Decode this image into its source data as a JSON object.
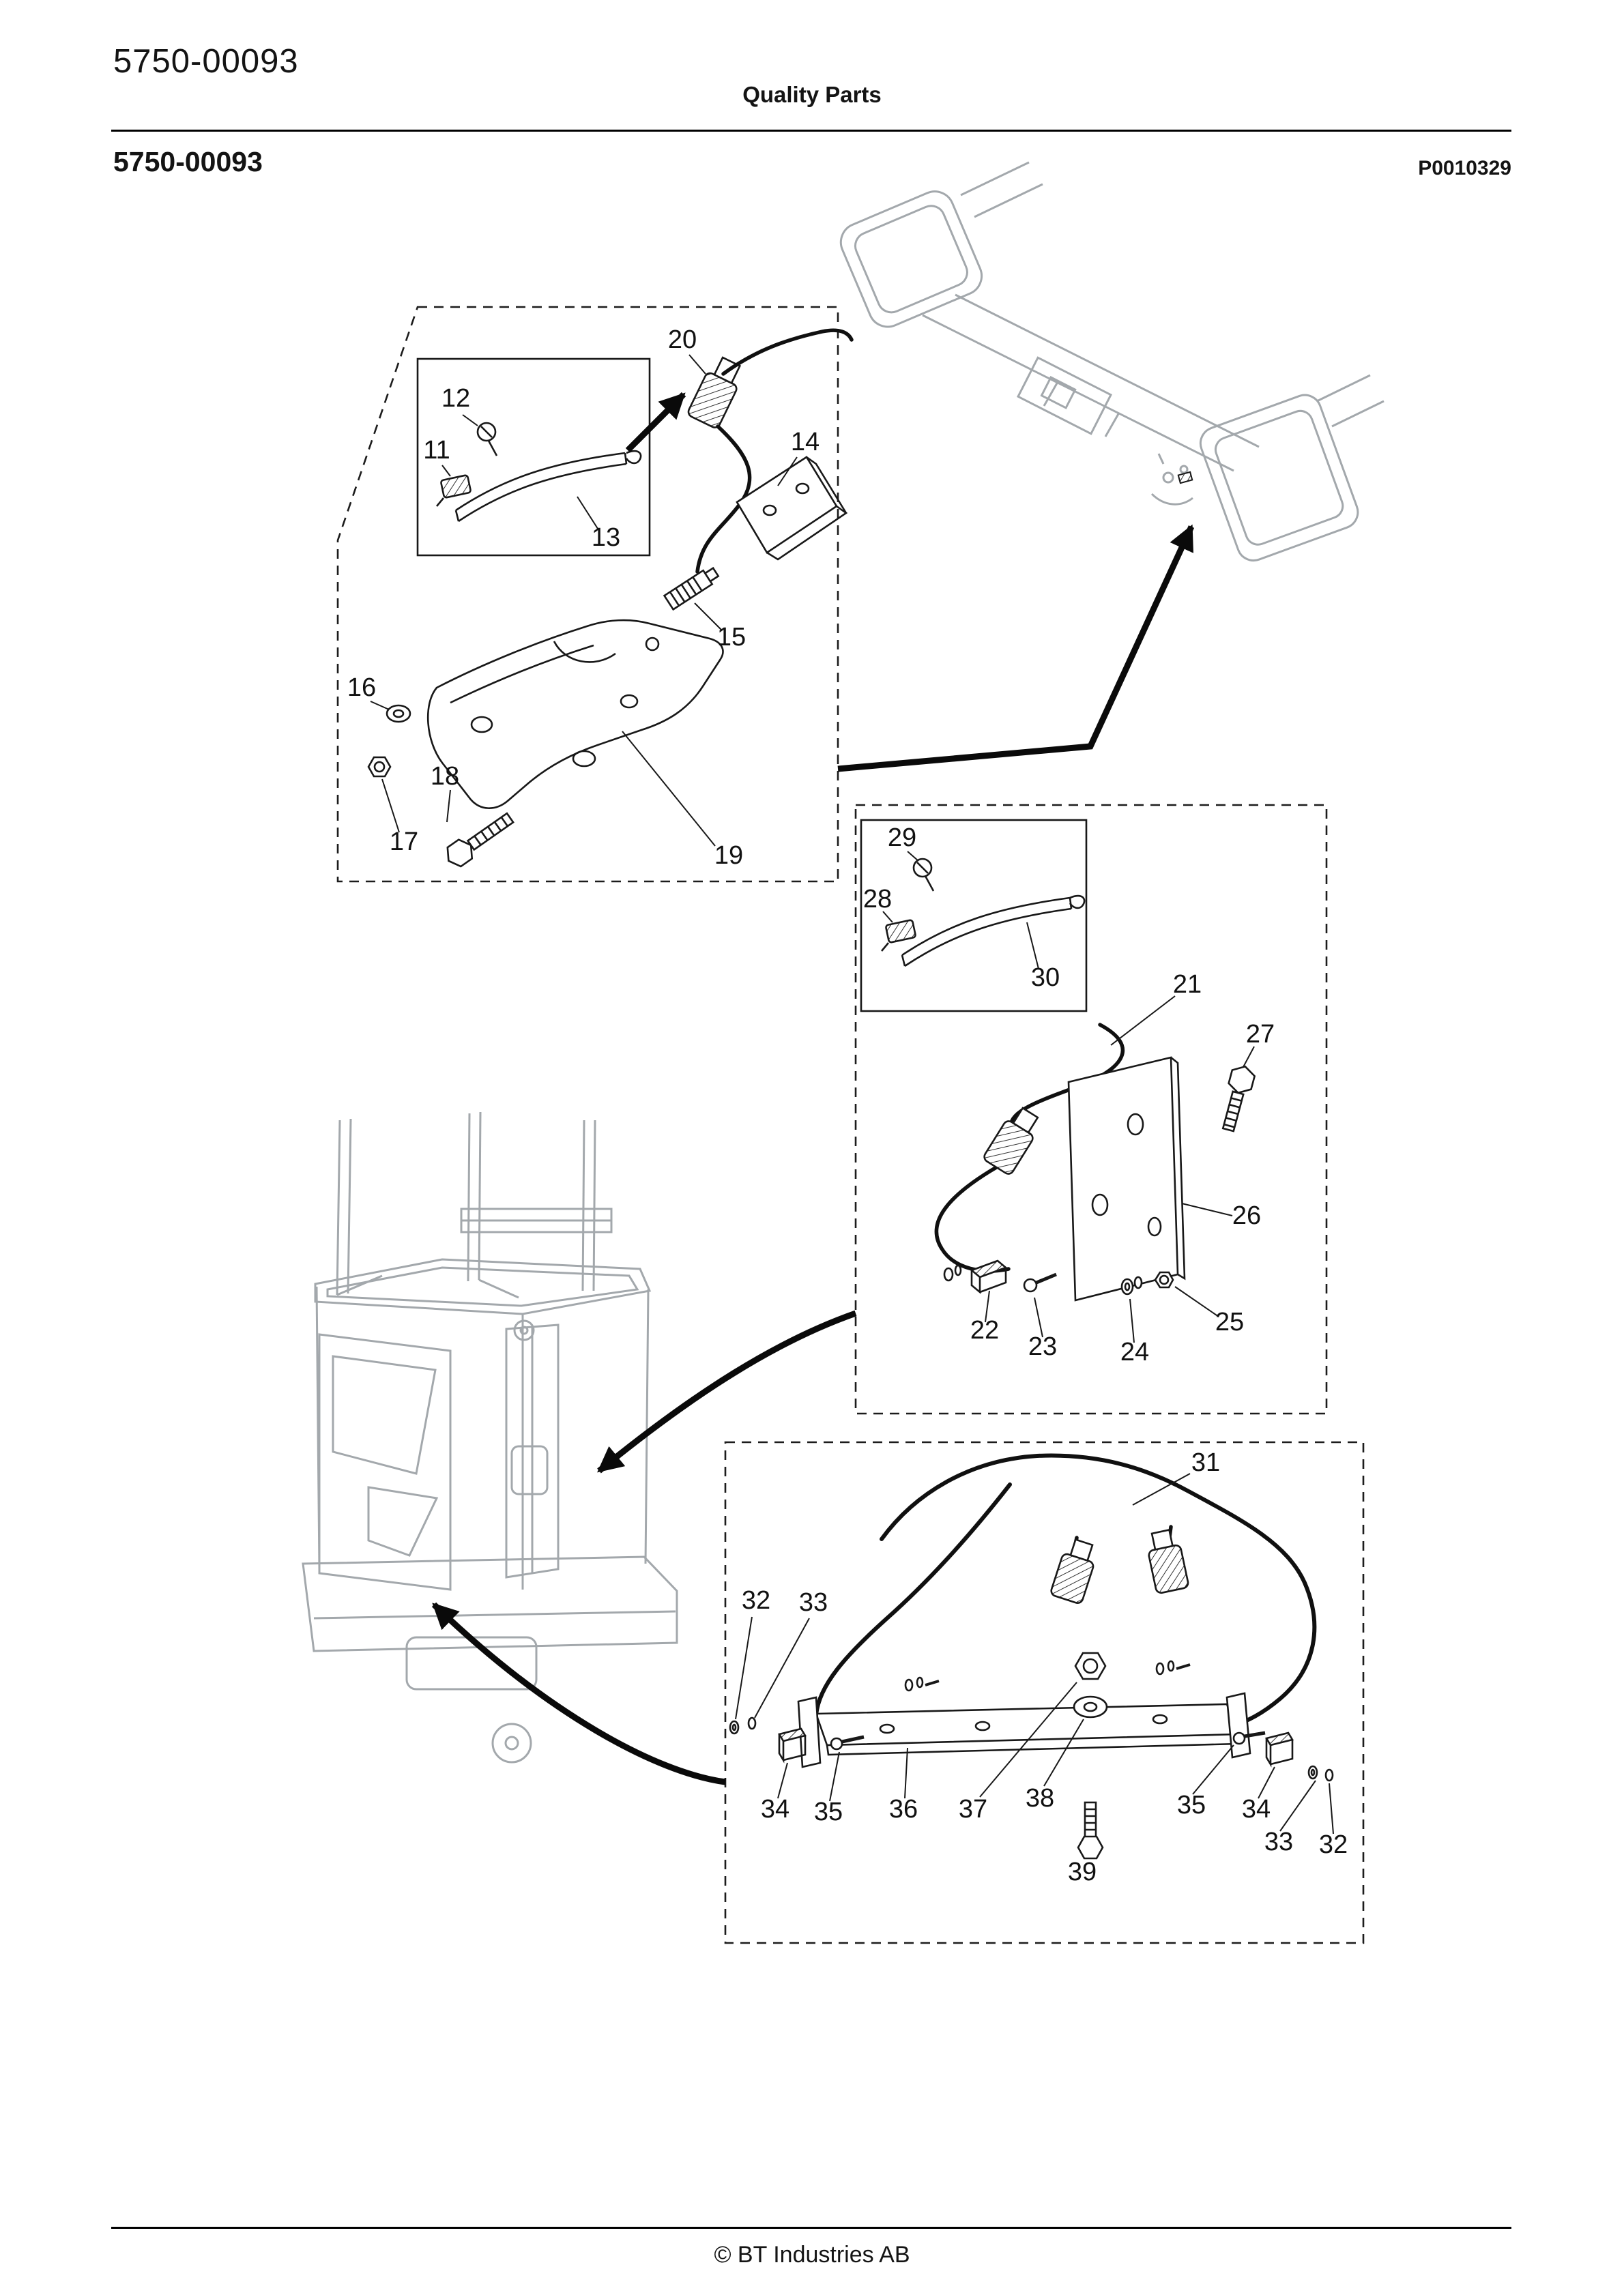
{
  "page": {
    "header": {
      "doc_number": "5750-00093",
      "brand_tagline": "Quality Parts"
    },
    "title_row": {
      "title": "5750-00093",
      "plate_code": "P0010329"
    },
    "footer": {
      "copyright": "© BT Industries AB"
    }
  },
  "colors": {
    "ink": "#141414",
    "drawing-gray": "#a3a8ac"
  },
  "diagram": {
    "callouts": [
      {
        "label": "11"
      },
      {
        "label": "12"
      },
      {
        "label": "13"
      },
      {
        "label": "14"
      },
      {
        "label": "15"
      },
      {
        "label": "16"
      },
      {
        "label": "17"
      },
      {
        "label": "18"
      },
      {
        "label": "19"
      },
      {
        "label": "20"
      },
      {
        "label": "21"
      },
      {
        "label": "22"
      },
      {
        "label": "23"
      },
      {
        "label": "24"
      },
      {
        "label": "25"
      },
      {
        "label": "26"
      },
      {
        "label": "27"
      },
      {
        "label": "28"
      },
      {
        "label": "29"
      },
      {
        "label": "30"
      },
      {
        "label": "31"
      },
      {
        "label": "32"
      },
      {
        "label": "33"
      },
      {
        "label": "34"
      },
      {
        "label": "35"
      },
      {
        "label": "36"
      },
      {
        "label": "37"
      },
      {
        "label": "38"
      },
      {
        "label": "35"
      },
      {
        "label": "34"
      },
      {
        "label": "33"
      },
      {
        "label": "32"
      },
      {
        "label": "39"
      }
    ]
  }
}
